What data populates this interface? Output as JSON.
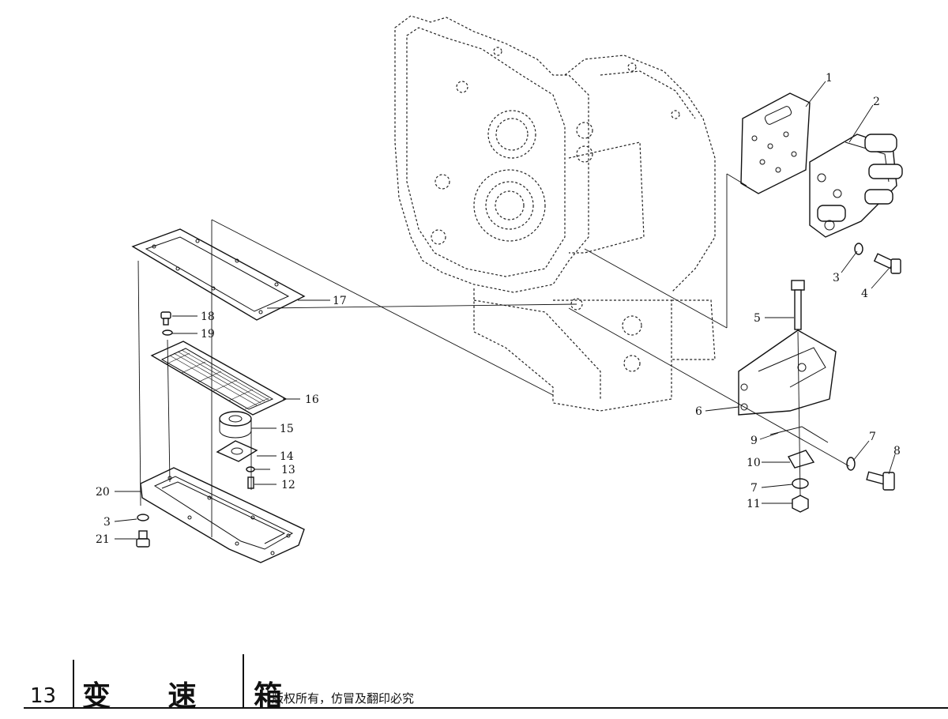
{
  "page_number": "13",
  "section_title": "变 速 箱",
  "copyright": "版权所有，仿冒及翻印必究",
  "callouts": [
    "1",
    "2",
    "3",
    "4",
    "5",
    "6",
    "7",
    "8",
    "9",
    "10",
    "7",
    "11",
    "17",
    "18",
    "19",
    "16",
    "15",
    "14",
    "13",
    "12",
    "20",
    "3",
    "21"
  ]
}
